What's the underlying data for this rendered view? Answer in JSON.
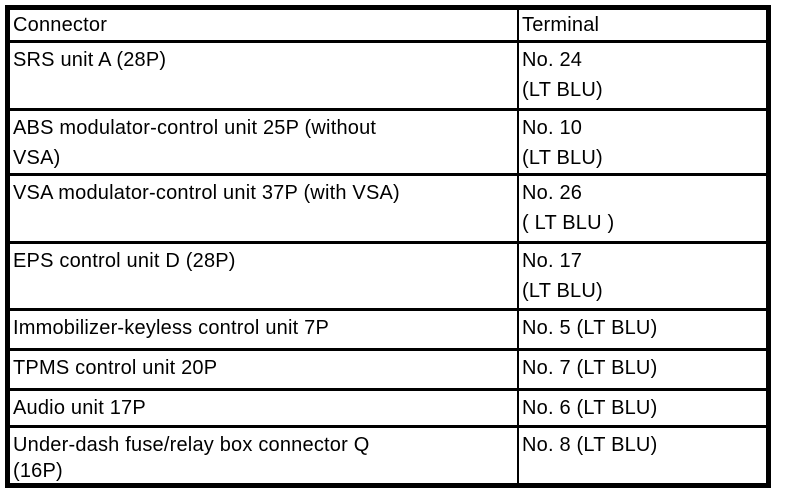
{
  "table": {
    "border_color": "#000000",
    "background_color": "#ffffff",
    "text_color": "#000000",
    "header": {
      "connector": "Connector",
      "terminal": "Terminal"
    },
    "rows": [
      {
        "connector": [
          "SRS unit A (28P)"
        ],
        "terminal": [
          "No. 24",
          "(LT BLU)"
        ]
      },
      {
        "connector": [
          "ABS modulator-control unit 25P (without",
          "VSA)"
        ],
        "terminal": [
          "No. 10",
          "(LT BLU)"
        ]
      },
      {
        "connector": [
          "VSA modulator-control unit 37P (with VSA)"
        ],
        "terminal": [
          "No. 26",
          "( LT BLU )"
        ]
      },
      {
        "connector": [
          "EPS control unit D (28P)"
        ],
        "terminal": [
          "No. 17",
          "(LT BLU)"
        ]
      },
      {
        "connector": [
          "Immobilizer-keyless control unit 7P"
        ],
        "terminal": [
          "No. 5 (LT BLU)"
        ]
      },
      {
        "connector": [
          "TPMS control unit 20P"
        ],
        "terminal": [
          "No. 7 (LT BLU)"
        ]
      },
      {
        "connector": [
          "Audio unit 17P"
        ],
        "terminal": [
          "No. 6 (LT BLU)"
        ]
      },
      {
        "connector": [
          "Under-dash fuse/relay box connector Q",
          "(16P)"
        ],
        "terminal": [
          "No. 8 (LT BLU)"
        ]
      }
    ]
  }
}
